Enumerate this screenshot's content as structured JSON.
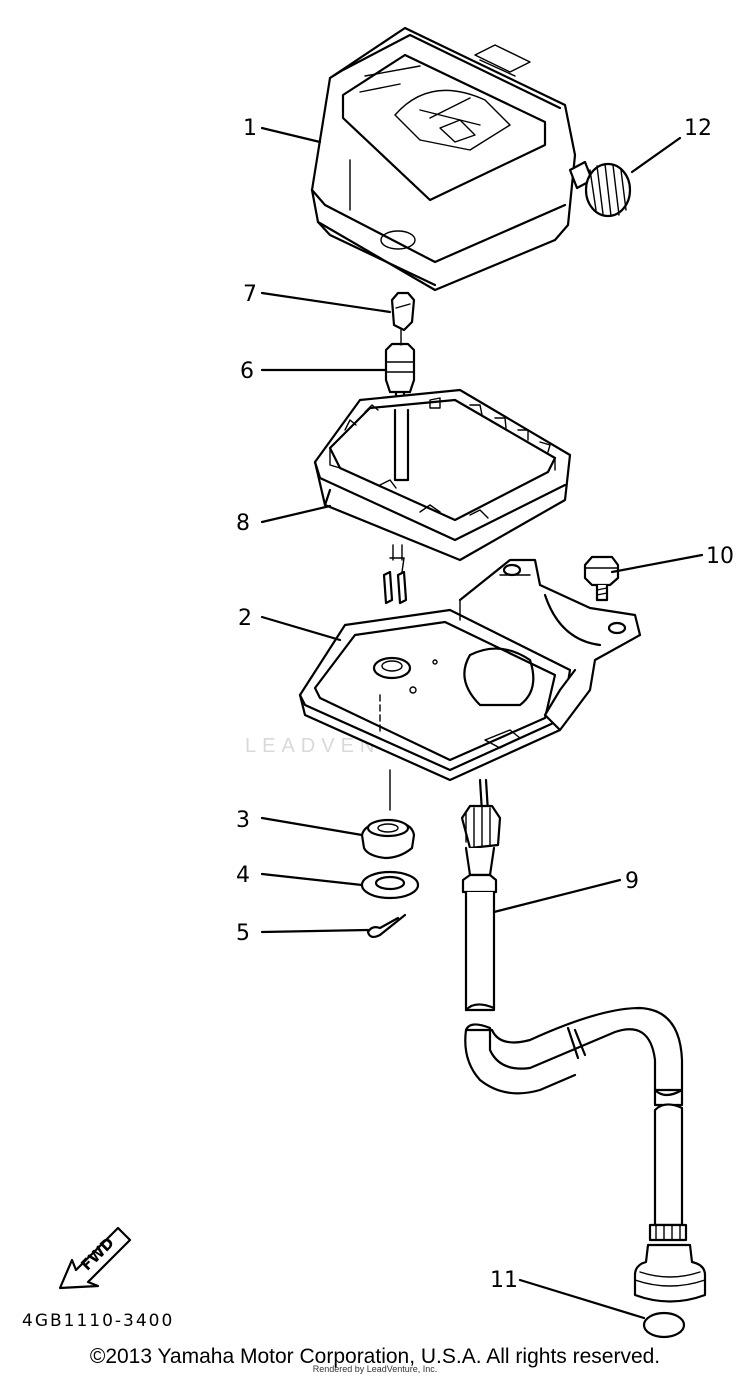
{
  "diagram": {
    "callouts": [
      "1",
      "2",
      "3",
      "4",
      "5",
      "6",
      "7",
      "8",
      "9",
      "10",
      "11",
      "12"
    ],
    "part_code": "4GB1110-3400",
    "fwd_label": "FWD",
    "watermark": "LEADVENTURE"
  },
  "footer": {
    "copyright": "©2013 Yamaha Motor Corporation, U.S.A. All rights reserved.",
    "rendered_by": "Rendered by LeadVenture, Inc."
  }
}
